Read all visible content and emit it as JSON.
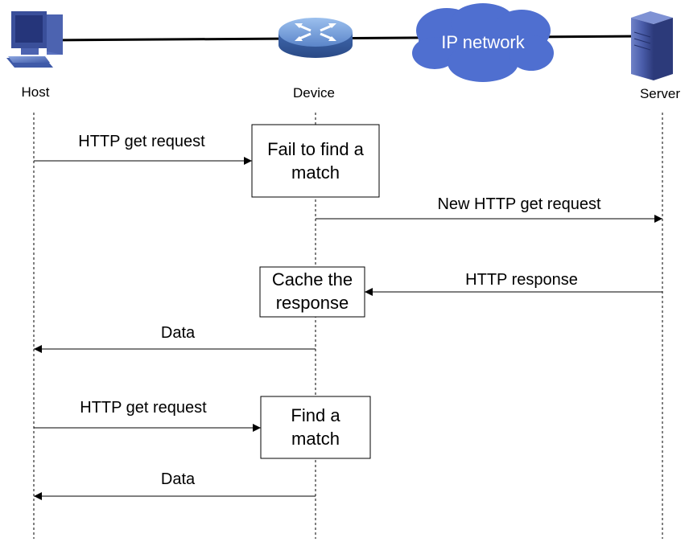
{
  "nodes": {
    "host": "Host",
    "device": "Device",
    "server": "Server",
    "cloud": "IP network"
  },
  "boxes": {
    "fail_line1": "Fail to find a",
    "fail_line2": "match",
    "cache_line1": "Cache the",
    "cache_line2": "response",
    "find_line1": "Find a",
    "find_line2": "match"
  },
  "messages": {
    "get1": "HTTP get request",
    "new_get": "New HTTP get request",
    "response": "HTTP response",
    "data1": "Data",
    "get2": "HTTP get request",
    "data2": "Data"
  },
  "colors": {
    "cloud": "#4f6fd0",
    "router": "#5b85c9",
    "server": "#3d4fa0"
  }
}
